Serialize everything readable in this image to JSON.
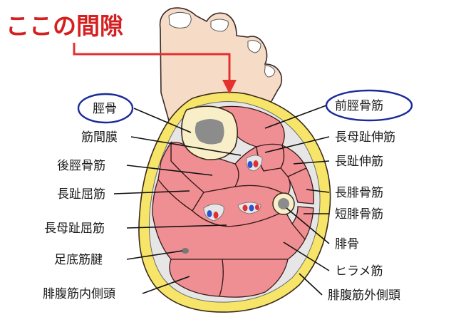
{
  "title": "ここの間隙",
  "labels": {
    "tibia": "脛骨",
    "fdl_tendon_sheath": "筋間膜",
    "tibialis_posterior": "後脛骨筋",
    "fdl": "長趾屈筋",
    "fhl": "長母趾屈筋",
    "plantaris_tendon": "足底筋腱",
    "gastrocnemius_medial": "腓腹筋内側頭",
    "tibialis_anterior": "前脛骨筋",
    "ehl": "長母趾伸筋",
    "edl": "長趾伸筋",
    "peroneus_longus": "長腓骨筋",
    "peroneus_brevis": "短腓骨筋",
    "fibula": "腓骨",
    "soleus": "ヒラメ筋",
    "gastrocnemius_lateral": "腓腹筋外側頭"
  },
  "colors": {
    "title": "#d42020",
    "arrow": "#e53030",
    "skin": "#f6dcc6",
    "fat_ring": "#f7e56a",
    "muscle": "#ef8f93",
    "bone_outer": "#f8efc8",
    "bone_marrow": "#8c8c8c",
    "highlight_circle": "#1a2a9a",
    "artery": "#e03030",
    "vein": "#3050d0"
  }
}
